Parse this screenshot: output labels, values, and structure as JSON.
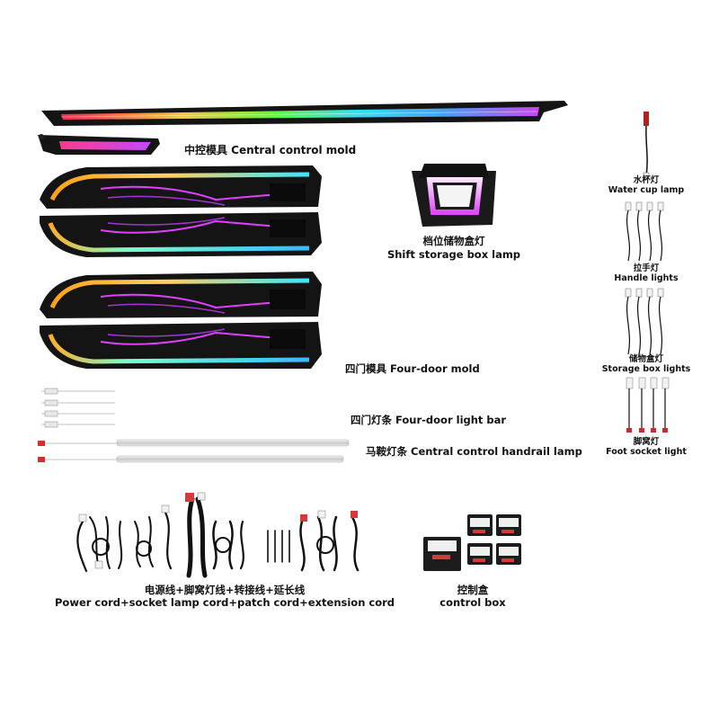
{
  "labels": {
    "central_control_mold": "中控模具 Central control mold",
    "shift_storage_cn": "档位储物盒灯",
    "shift_storage_en": "Shift storage box lamp",
    "four_door_mold": "四门模具 Four-door mold",
    "four_door_light_bar": "四门灯条 Four-door light bar",
    "handrail_lamp": "马鞍灯条 Central control handrail lamp",
    "water_cup_cn": "水杯灯",
    "water_cup_en": "Water cup lamp",
    "handle_cn": "拉手灯",
    "handle_en": "Handle lights",
    "storage_box_cn": "储物盒灯",
    "storage_box_en": "Storage box lights",
    "foot_socket_cn": "脚窝灯",
    "foot_socket_en": "Foot socket light",
    "cords_cn": "电源线+脚窝灯线+转接线+延长线",
    "cords_en": "Power cord+socket lamp cord+patch cord+extension cord",
    "control_box_cn": "控制盒",
    "control_box_en": "control box"
  },
  "colors": {
    "rainbow": [
      "#ff2a5a",
      "#ffd23a",
      "#66ff4a",
      "#35e8ff",
      "#4aa8ff",
      "#d24aff"
    ],
    "amber": "#ffae2a",
    "cyan": "#39e6ff",
    "magenta": "#e040ff",
    "frame": "#1a1a1a"
  }
}
